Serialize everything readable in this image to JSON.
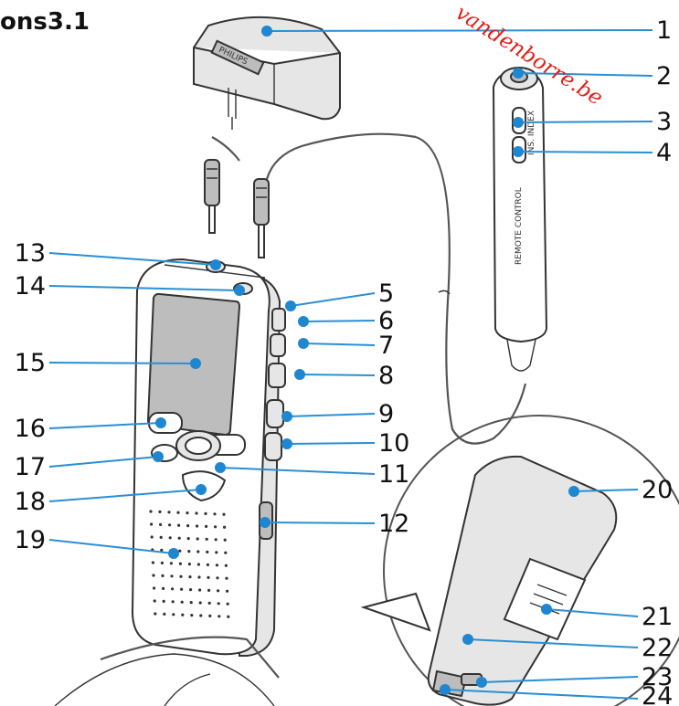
{
  "heading": {
    "text": "ons3.1"
  },
  "watermark": {
    "text": "vandenborre.be",
    "color": "#e0201a"
  },
  "remote_text": {
    "body": "REMOTE CONTROL",
    "buttons": "INS. INDEX"
  },
  "dock_brand": {
    "text": "PHILIPS"
  },
  "callouts": [
    {
      "number": "1"
    },
    {
      "number": "2"
    },
    {
      "number": "3"
    },
    {
      "number": "4"
    },
    {
      "number": "5"
    },
    {
      "number": "6"
    },
    {
      "number": "7"
    },
    {
      "number": "8"
    },
    {
      "number": "9"
    },
    {
      "number": "10"
    },
    {
      "number": "11"
    },
    {
      "number": "12"
    },
    {
      "number": "13"
    },
    {
      "number": "14"
    },
    {
      "number": "15"
    },
    {
      "number": "16"
    },
    {
      "number": "17"
    },
    {
      "number": "18"
    },
    {
      "number": "19"
    },
    {
      "number": "20"
    },
    {
      "number": "21"
    },
    {
      "number": "22"
    },
    {
      "number": "23"
    },
    {
      "number": "24"
    }
  ],
  "colors": {
    "leader_line": "#2a8fd4",
    "callout_dot": "#1f86d0",
    "outline": "#333333"
  }
}
